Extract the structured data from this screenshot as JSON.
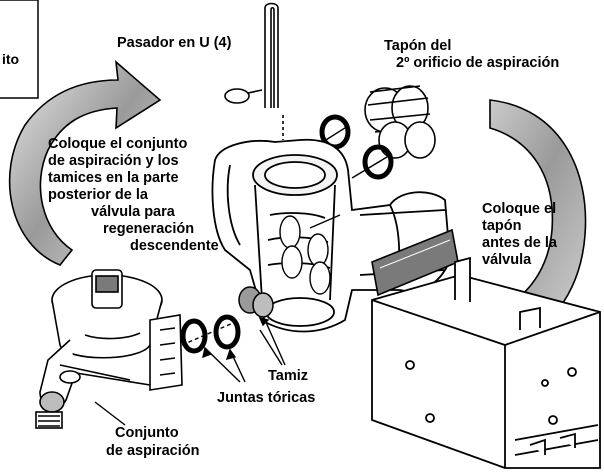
{
  "labels": {
    "box_fragment": "ito",
    "u_pin": "Pasador en U (4)",
    "plug_line1": "Tapón del",
    "plug_line2": "2º orificio de aspiración",
    "left_note": [
      "Coloque el conjunto",
      "de aspiración y los",
      "tamices en la parte",
      "posterior de la",
      "válvula para",
      "regeneración",
      "descendente"
    ],
    "right_note": [
      "Coloque el",
      "tapón",
      "antes de la",
      "válvula"
    ],
    "screen": "Tamiz",
    "orings": "Juntas tóricas",
    "assembly_line1": "Conjunto",
    "assembly_line2": "de aspiración"
  },
  "colors": {
    "ink": "#000000",
    "paper": "#ffffff",
    "arrow_fill": "#bdbdbd",
    "shade": "#7a7a7a"
  }
}
